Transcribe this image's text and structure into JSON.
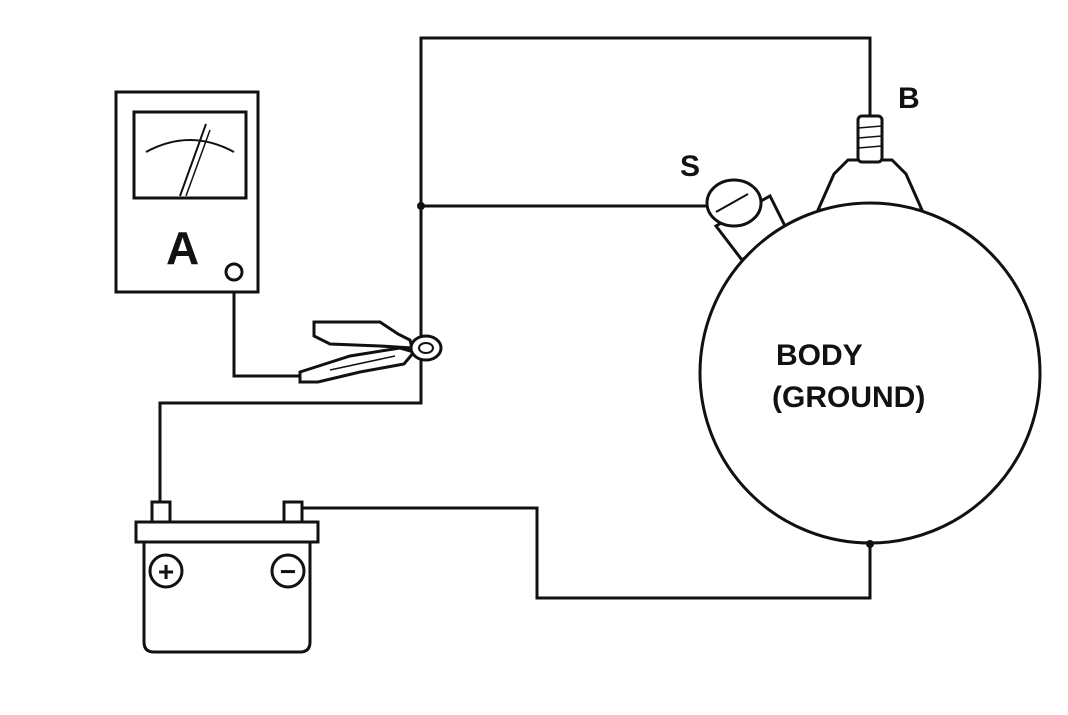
{
  "meter": {
    "label": "A"
  },
  "terminals": {
    "b_label": "B",
    "s_label": "S"
  },
  "motor": {
    "line1": "BODY",
    "line2": "(GROUND)"
  },
  "battery": {
    "positive_symbol": "+",
    "negative_symbol": "−"
  }
}
